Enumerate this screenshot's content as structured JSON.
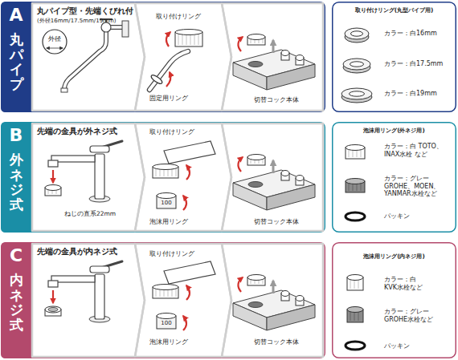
{
  "diagram": {
    "nodes": [
      {
        "text": [
          "A",
          "丸パイプ"
        ]
      },
      {
        "text": [
          "丸パイプ型・先端くびれ付",
          "(外径16mm/17.5mm/19mm)"
        ],
        "in": 0
      },
      {
        "text": [
          "取り付けリング",
          "固定用リング"
        ],
        "in": 0
      },
      {
        "text": [
          "切替コック本体"
        ],
        "in": 0
      },
      {
        "text": [
          "取り付けリング(丸型パイプ用)",
          "カラー：白16mm",
          "カラー：白17.5mm",
          "カラー：白19mm"
        ]
      },
      {
        "text": [
          "B",
          "外ネジ式"
        ]
      },
      {
        "text": [
          "先端の金具が外ネジ式",
          "ねじの直系22mm"
        ],
        "in": 5
      },
      {
        "text": [
          "取り付けリング",
          "泡沫用リング"
        ],
        "in": 5
      },
      {
        "text": [
          "切替コック本体"
        ],
        "in": 5
      },
      {
        "text": [
          "泡沫用リング(外ネジ用)",
          "カラー：白 TOTO、INAX水栓 など",
          "カラー：グレー GROHE、MOEN、 YANMAR水栓など",
          "パッキン"
        ]
      },
      {
        "text": [
          "C",
          "内ネジ式"
        ]
      },
      {
        "text": [
          "先端の金具が内ネジ式"
        ],
        "in": 10
      },
      {
        "text": [
          "取り付けリング",
          "泡沫用リング"
        ],
        "in": 10
      },
      {
        "text": [
          "切替コック本体"
        ],
        "in": 10
      },
      {
        "text": [
          "泡沫用リング(内ネジ用)",
          "カラー：白 KVK水栓など",
          "カラー：グレー GROHE水栓など",
          "パッキン"
        ]
      }
    ],
    "labels": [
      "外径",
      "100",
      "100"
    ]
  }
}
